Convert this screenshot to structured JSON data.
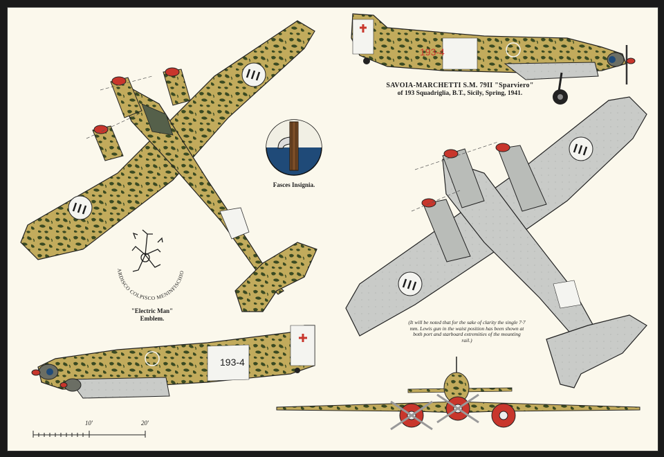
{
  "title": {
    "line1": "SAVOIA-MARCHETTI S.M. 79II \"Sparviero\"",
    "line2": "of 193 Squadriglia, B.T., Sicily, Spring, 1941."
  },
  "fasces_caption": "Fasces Insignia.",
  "emblem": {
    "caption_line1": "\"Electric Man\"",
    "caption_line2": "Emblem.",
    "motto": "ARDISCO COLPISCO MENINFISCHIO"
  },
  "note": "(It will be noted that for the sake of clarity the single 7·7 mm. Lewis gun in the waist position has been shown at both port and starboard extremities of the mounting rail.)",
  "fuselage_code": {
    "upper_profile": "193-4",
    "lower_profile": "193-4"
  },
  "scale": {
    "labels": [
      "10'",
      "20'"
    ]
  },
  "colors": {
    "camo_base": "#c2ab5c",
    "camo_mottle": "#3a4a22",
    "undersurface": "#c9cbc8",
    "spinner_red": "#c8362c",
    "roundel_blue": "#1f4a78",
    "paper": "#fbf8ec"
  }
}
